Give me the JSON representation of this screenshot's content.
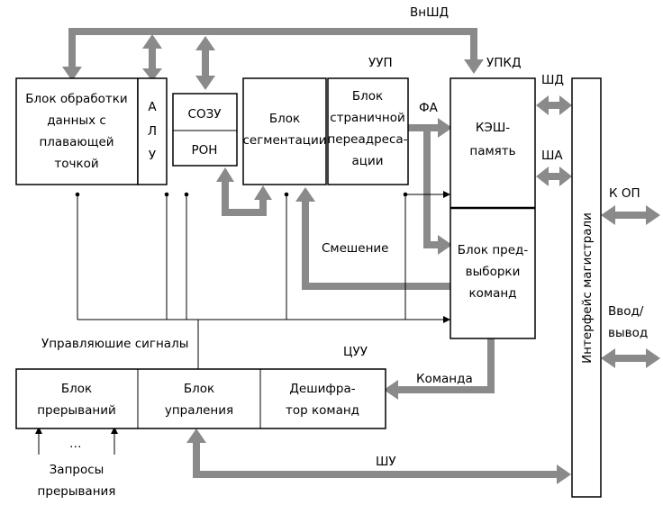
{
  "blocks": {
    "fpu": [
      "Блок обработки",
      "данных с",
      "плавающей",
      "точкой"
    ],
    "alu": [
      "А",
      "Л",
      "У"
    ],
    "sozu": "СОЗУ",
    "ron": "РОН",
    "seg": [
      "Блок",
      "сегментации"
    ],
    "page": [
      "Блок",
      "страничной",
      "переадреса-",
      "ации"
    ],
    "cache": [
      "КЭШ-",
      "память"
    ],
    "prefetch": [
      "Блок пред-",
      "выборки",
      "команд"
    ],
    "bus_interface": "Интерфейс магистрали",
    "interrupts": [
      "Блок",
      "прерываний"
    ],
    "control": [
      "Блок",
      "упраления"
    ],
    "decoder": [
      "Дешифра-",
      "тор команд"
    ]
  },
  "labels": {
    "vnshd": "ВнШД",
    "uup": "УУП",
    "upkd": "УПКД",
    "fa": "ФА",
    "shd": "ШД",
    "sha": "ША",
    "k_op": "К ОП",
    "io": [
      "Ввод/",
      "вывод"
    ],
    "offset": "Смешение",
    "control_signals": "Управляюшие сигналы",
    "uuu": "ЦУУ",
    "command": "Команда",
    "shu": "ШУ",
    "dots": "…",
    "interrupt_requests": [
      "Запросы",
      "прерывания"
    ]
  }
}
